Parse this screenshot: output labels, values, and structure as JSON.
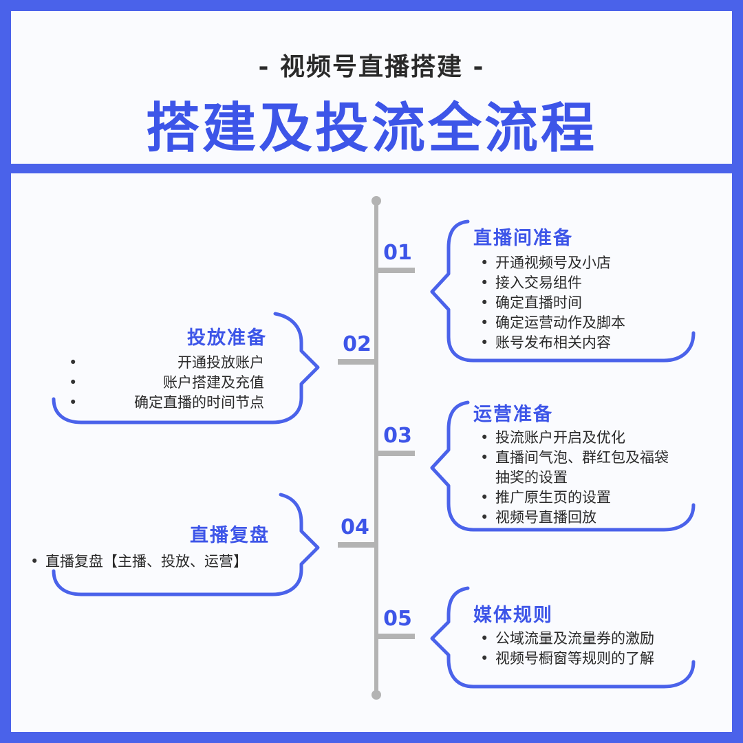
{
  "header": {
    "subtitle": "- 视频号直播搭建 -",
    "title": "搭建及投流全流程"
  },
  "colors": {
    "background": "#4a62ea",
    "accent": "#3d55e8",
    "timeline": "#b3b3b3",
    "panel": "#fafbfe"
  },
  "steps": [
    {
      "number": "01",
      "title": "直播间准备",
      "items": [
        "开通视频号及小店",
        "接入交易组件",
        "确定直播时间",
        "确定运营动作及脚本",
        "账号发布相关内容"
      ]
    },
    {
      "number": "02",
      "title": "投放准备",
      "items": [
        "开通投放账户",
        "账户搭建及充值",
        "确定直播的时间节点"
      ]
    },
    {
      "number": "03",
      "title": "运营准备",
      "items": [
        "投流账户开启及优化",
        "直播间气泡、群红包及福袋抽奖的设置",
        "推广原生页的设置",
        "视频号直播回放"
      ]
    },
    {
      "number": "04",
      "title": "直播复盘",
      "items": [
        "直播复盘【主播、投放、运营】"
      ]
    },
    {
      "number": "05",
      "title": "媒体规则",
      "items": [
        "公域流量及流量券的激励",
        "视频号橱窗等规则的了解"
      ]
    }
  ]
}
